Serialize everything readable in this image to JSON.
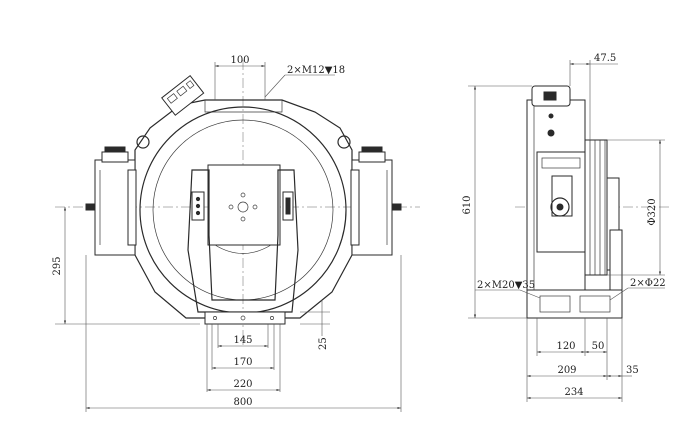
{
  "front_view": {
    "dim_top_width": "100",
    "hole_note_top": "2×M12▼18",
    "dim_height": "295",
    "dim_145": "145",
    "dim_170": "170",
    "dim_220": "220",
    "dim_overall_width": "800",
    "dim_25": "25"
  },
  "side_view": {
    "dim_top_offset": "47.5",
    "dim_overall_height": "610",
    "dim_sheave_dia": "Φ320",
    "hole_note_base": "2×M20▼35",
    "hole_note_dia": "2×Φ22",
    "dim_120": "120",
    "dim_50": "50",
    "dim_209": "209",
    "dim_35": "35",
    "dim_234": "234"
  }
}
